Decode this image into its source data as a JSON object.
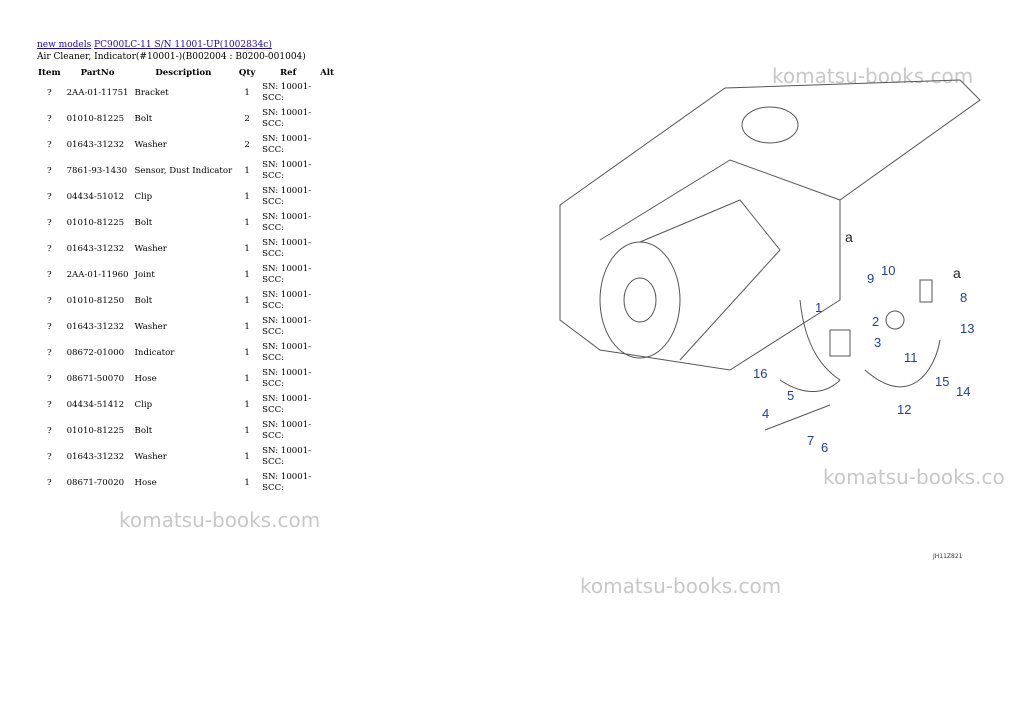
{
  "breadcrumb": {
    "link1": "new models",
    "link2": "PC900LC-11 S/N 11001-UP(1002834c)"
  },
  "subtitle": "Air Cleaner, Indicator(#10001-)(B002004 : B0200-001004)",
  "table": {
    "headers": [
      "Item",
      "PartNo",
      "Description",
      "Qty",
      "Ref",
      "Alt"
    ],
    "rows": [
      {
        "item": "?",
        "partno": "2AA-01-11751",
        "desc": "Bracket",
        "qty": "1",
        "ref": "SN: 10001-\nSCC:"
      },
      {
        "item": "?",
        "partno": "01010-81225",
        "desc": "Bolt",
        "qty": "2",
        "ref": "SN: 10001-\nSCC:"
      },
      {
        "item": "?",
        "partno": "01643-31232",
        "desc": "Washer",
        "qty": "2",
        "ref": "SN: 10001-\nSCC:"
      },
      {
        "item": "?",
        "partno": "7861-93-1430",
        "desc": "Sensor, Dust Indicator",
        "qty": "1",
        "ref": "SN: 10001-\nSCC:"
      },
      {
        "item": "?",
        "partno": "04434-51012",
        "desc": "Clip",
        "qty": "1",
        "ref": "SN: 10001-\nSCC:"
      },
      {
        "item": "?",
        "partno": "01010-81225",
        "desc": "Bolt",
        "qty": "1",
        "ref": "SN: 10001-\nSCC:"
      },
      {
        "item": "?",
        "partno": "01643-31232",
        "desc": "Washer",
        "qty": "1",
        "ref": "SN: 10001-\nSCC:"
      },
      {
        "item": "?",
        "partno": "2AA-01-11960",
        "desc": "Joint",
        "qty": "1",
        "ref": "SN: 10001-\nSCC:"
      },
      {
        "item": "?",
        "partno": "01010-81250",
        "desc": "Bolt",
        "qty": "1",
        "ref": "SN: 10001-\nSCC:"
      },
      {
        "item": "?",
        "partno": "01643-31232",
        "desc": "Washer",
        "qty": "1",
        "ref": "SN: 10001-\nSCC:"
      },
      {
        "item": "?",
        "partno": "08672-01000",
        "desc": "Indicator",
        "qty": "1",
        "ref": "SN: 10001-\nSCC:"
      },
      {
        "item": "?",
        "partno": "08671-50070",
        "desc": "Hose",
        "qty": "1",
        "ref": "SN: 10001-\nSCC:"
      },
      {
        "item": "?",
        "partno": "04434-51412",
        "desc": "Clip",
        "qty": "1",
        "ref": "SN: 10001-\nSCC:"
      },
      {
        "item": "?",
        "partno": "01010-81225",
        "desc": "Bolt",
        "qty": "1",
        "ref": "SN: 10001-\nSCC:"
      },
      {
        "item": "?",
        "partno": "01643-31232",
        "desc": "Washer",
        "qty": "1",
        "ref": "SN: 10001-\nSCC:"
      },
      {
        "item": "?",
        "partno": "08671-70020",
        "desc": "Hose",
        "qty": "1",
        "ref": "SN: 10001-\nSCC:"
      }
    ]
  },
  "watermarks": [
    "komatsu-books.com",
    "komatsu-books.co",
    "komatsu-books.com",
    "komatsu-books.com"
  ],
  "diagram": {
    "callouts": [
      "1",
      "2",
      "3",
      "4",
      "5",
      "6",
      "7",
      "8",
      "9",
      "10",
      "11",
      "12",
      "13",
      "14",
      "15",
      "16"
    ],
    "arrow_labels": [
      "a",
      "a"
    ],
    "drawing_number": "JH11Z821"
  },
  "colors": {
    "link": "#1a0dab",
    "callout": "#1f3f9f",
    "watermark": "#c8c8c8"
  }
}
